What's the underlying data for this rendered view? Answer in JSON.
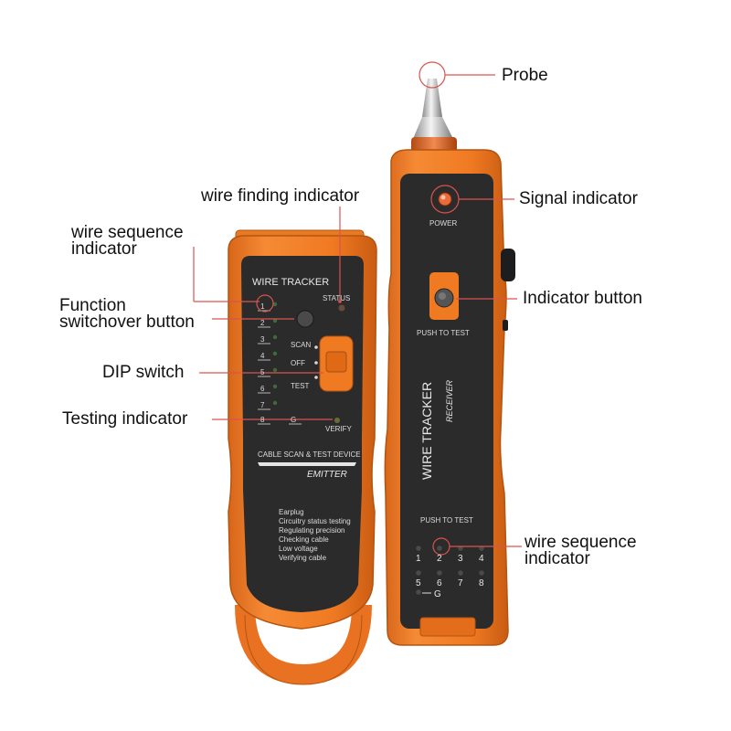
{
  "callouts": {
    "probe": "Probe",
    "signal_indicator": "Signal indicator",
    "indicator_button": "Indicator button",
    "wire_finding_indicator": "wire finding indicator",
    "wire_sequence_indicator_left": [
      "wire sequence",
      "indicator"
    ],
    "function_switchover_button": [
      "Function",
      "switchover button"
    ],
    "dip_switch": "DIP switch",
    "testing_indicator": "Testing indicator",
    "wire_sequence_indicator_right": [
      "wire sequence",
      "indicator"
    ]
  },
  "emitter": {
    "title": "WIRE TRACKER",
    "status": "STATUS",
    "numbers": [
      "1",
      "2",
      "3",
      "4",
      "5",
      "6",
      "7",
      "8"
    ],
    "g_label": "G",
    "switch_labels": [
      "SCAN",
      "OFF",
      "TEST"
    ],
    "verify": "VERIFY",
    "device_name": "CABLE SCAN & TEST DEVICE",
    "model": "EMITTER",
    "features": [
      "Earplug",
      "Circuitry status testing",
      "Regulating precision",
      "Checking cable",
      "Low voltage",
      "Verifying cable"
    ]
  },
  "receiver": {
    "power": "POWER",
    "push_to_test_top": "PUSH TO TEST",
    "title": "WIRE TRACKER",
    "subtitle": "RECEIVER",
    "push_to_test_bottom": "PUSH TO TEST",
    "numbers_row1": [
      "1",
      "2",
      "3",
      "4"
    ],
    "numbers_row2": [
      "5",
      "6",
      "7",
      "8"
    ],
    "g_label": "G"
  },
  "colors": {
    "body_orange": "#f07a22",
    "panel_dark": "#2b2b2b",
    "callout_red": "#d9534f"
  }
}
